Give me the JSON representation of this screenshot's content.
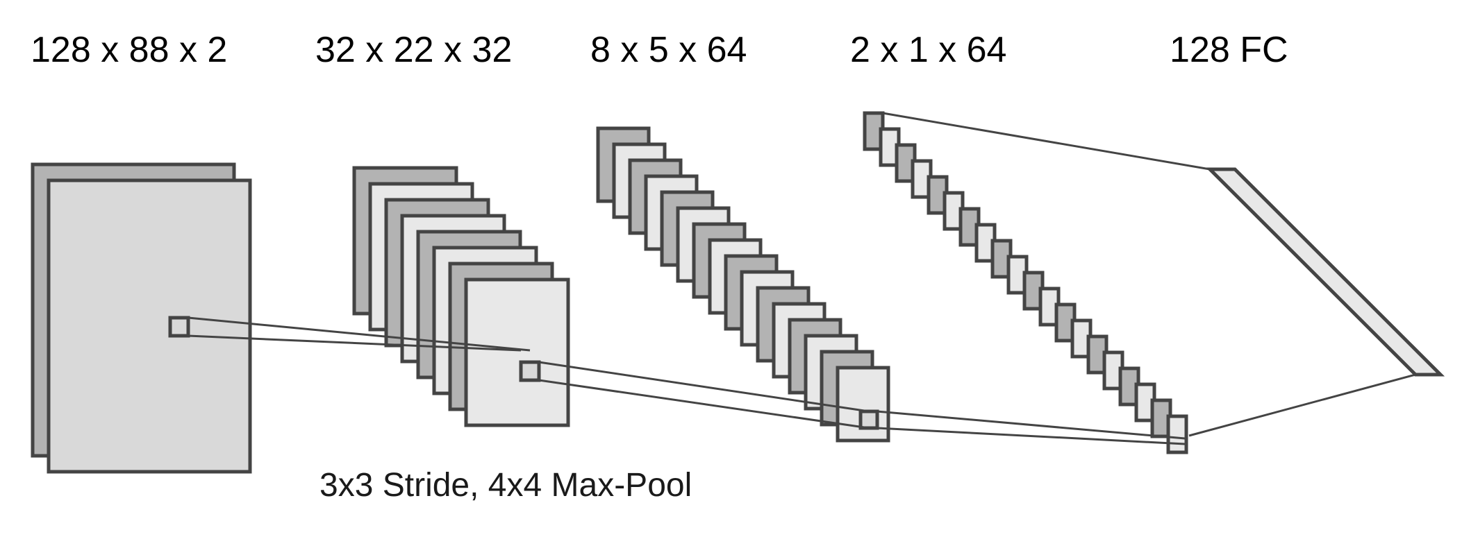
{
  "diagram": {
    "layers": [
      {
        "label": "128 x 88 x 2"
      },
      {
        "label": "32 x 22 x 32"
      },
      {
        "label": "8 x 5 x 64"
      },
      {
        "label": "2 x 1 x 64"
      },
      {
        "label": "128 FC"
      }
    ],
    "caption": "3x3 Stride, 4x4 Max-Pool",
    "colors": {
      "dark_fill": "#b3b3b3",
      "light_fill": "#d9d9d9",
      "lighter_fill": "#e8e8e8",
      "stroke": "#444444"
    }
  }
}
